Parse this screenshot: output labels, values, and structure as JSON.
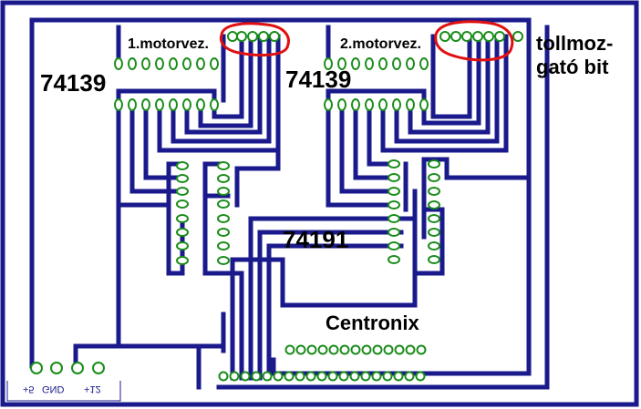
{
  "labels": {
    "motor1": "1.motorvez.",
    "motor2": "2.motorvez.",
    "ic1": "74139",
    "ic2": "74139",
    "counter": "74191",
    "connector": "Centronix",
    "pen_line1": "tollmoz-",
    "pen_line2": "gató bit"
  },
  "power": {
    "p5": "+5",
    "gnd": "GND",
    "p12": "+12"
  },
  "colors": {
    "trace": "#1a1a8c",
    "pad": "#1a8c1a",
    "highlight": "#e01010",
    "background": "#ffffff"
  }
}
